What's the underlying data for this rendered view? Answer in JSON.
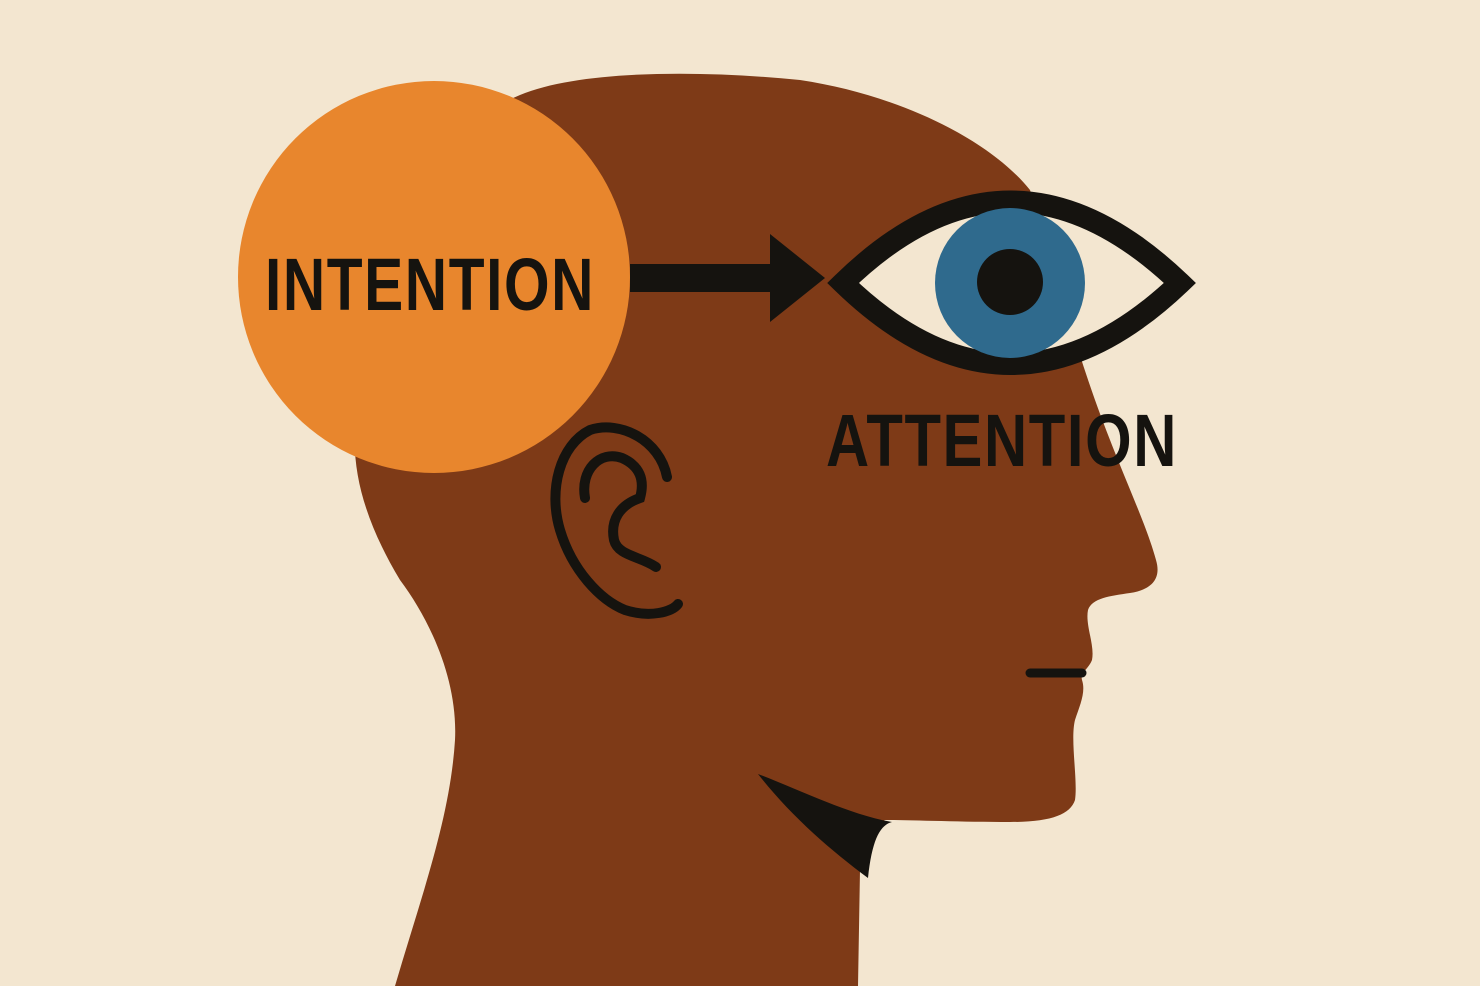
{
  "illustration": {
    "subject": "head-profile-intention-attention",
    "labels": {
      "intention": "INTENTION",
      "attention": "ATTENTION"
    },
    "colors": {
      "background": "#f3e6d0",
      "head": "#7e3a17",
      "intention_circle": "#e8862d",
      "ink": "#15130f",
      "iris": "#2f6a8d",
      "eye_white": "#f3e6d0"
    },
    "icons": [
      "arrow-right-icon",
      "eye-icon",
      "ear-icon"
    ]
  }
}
